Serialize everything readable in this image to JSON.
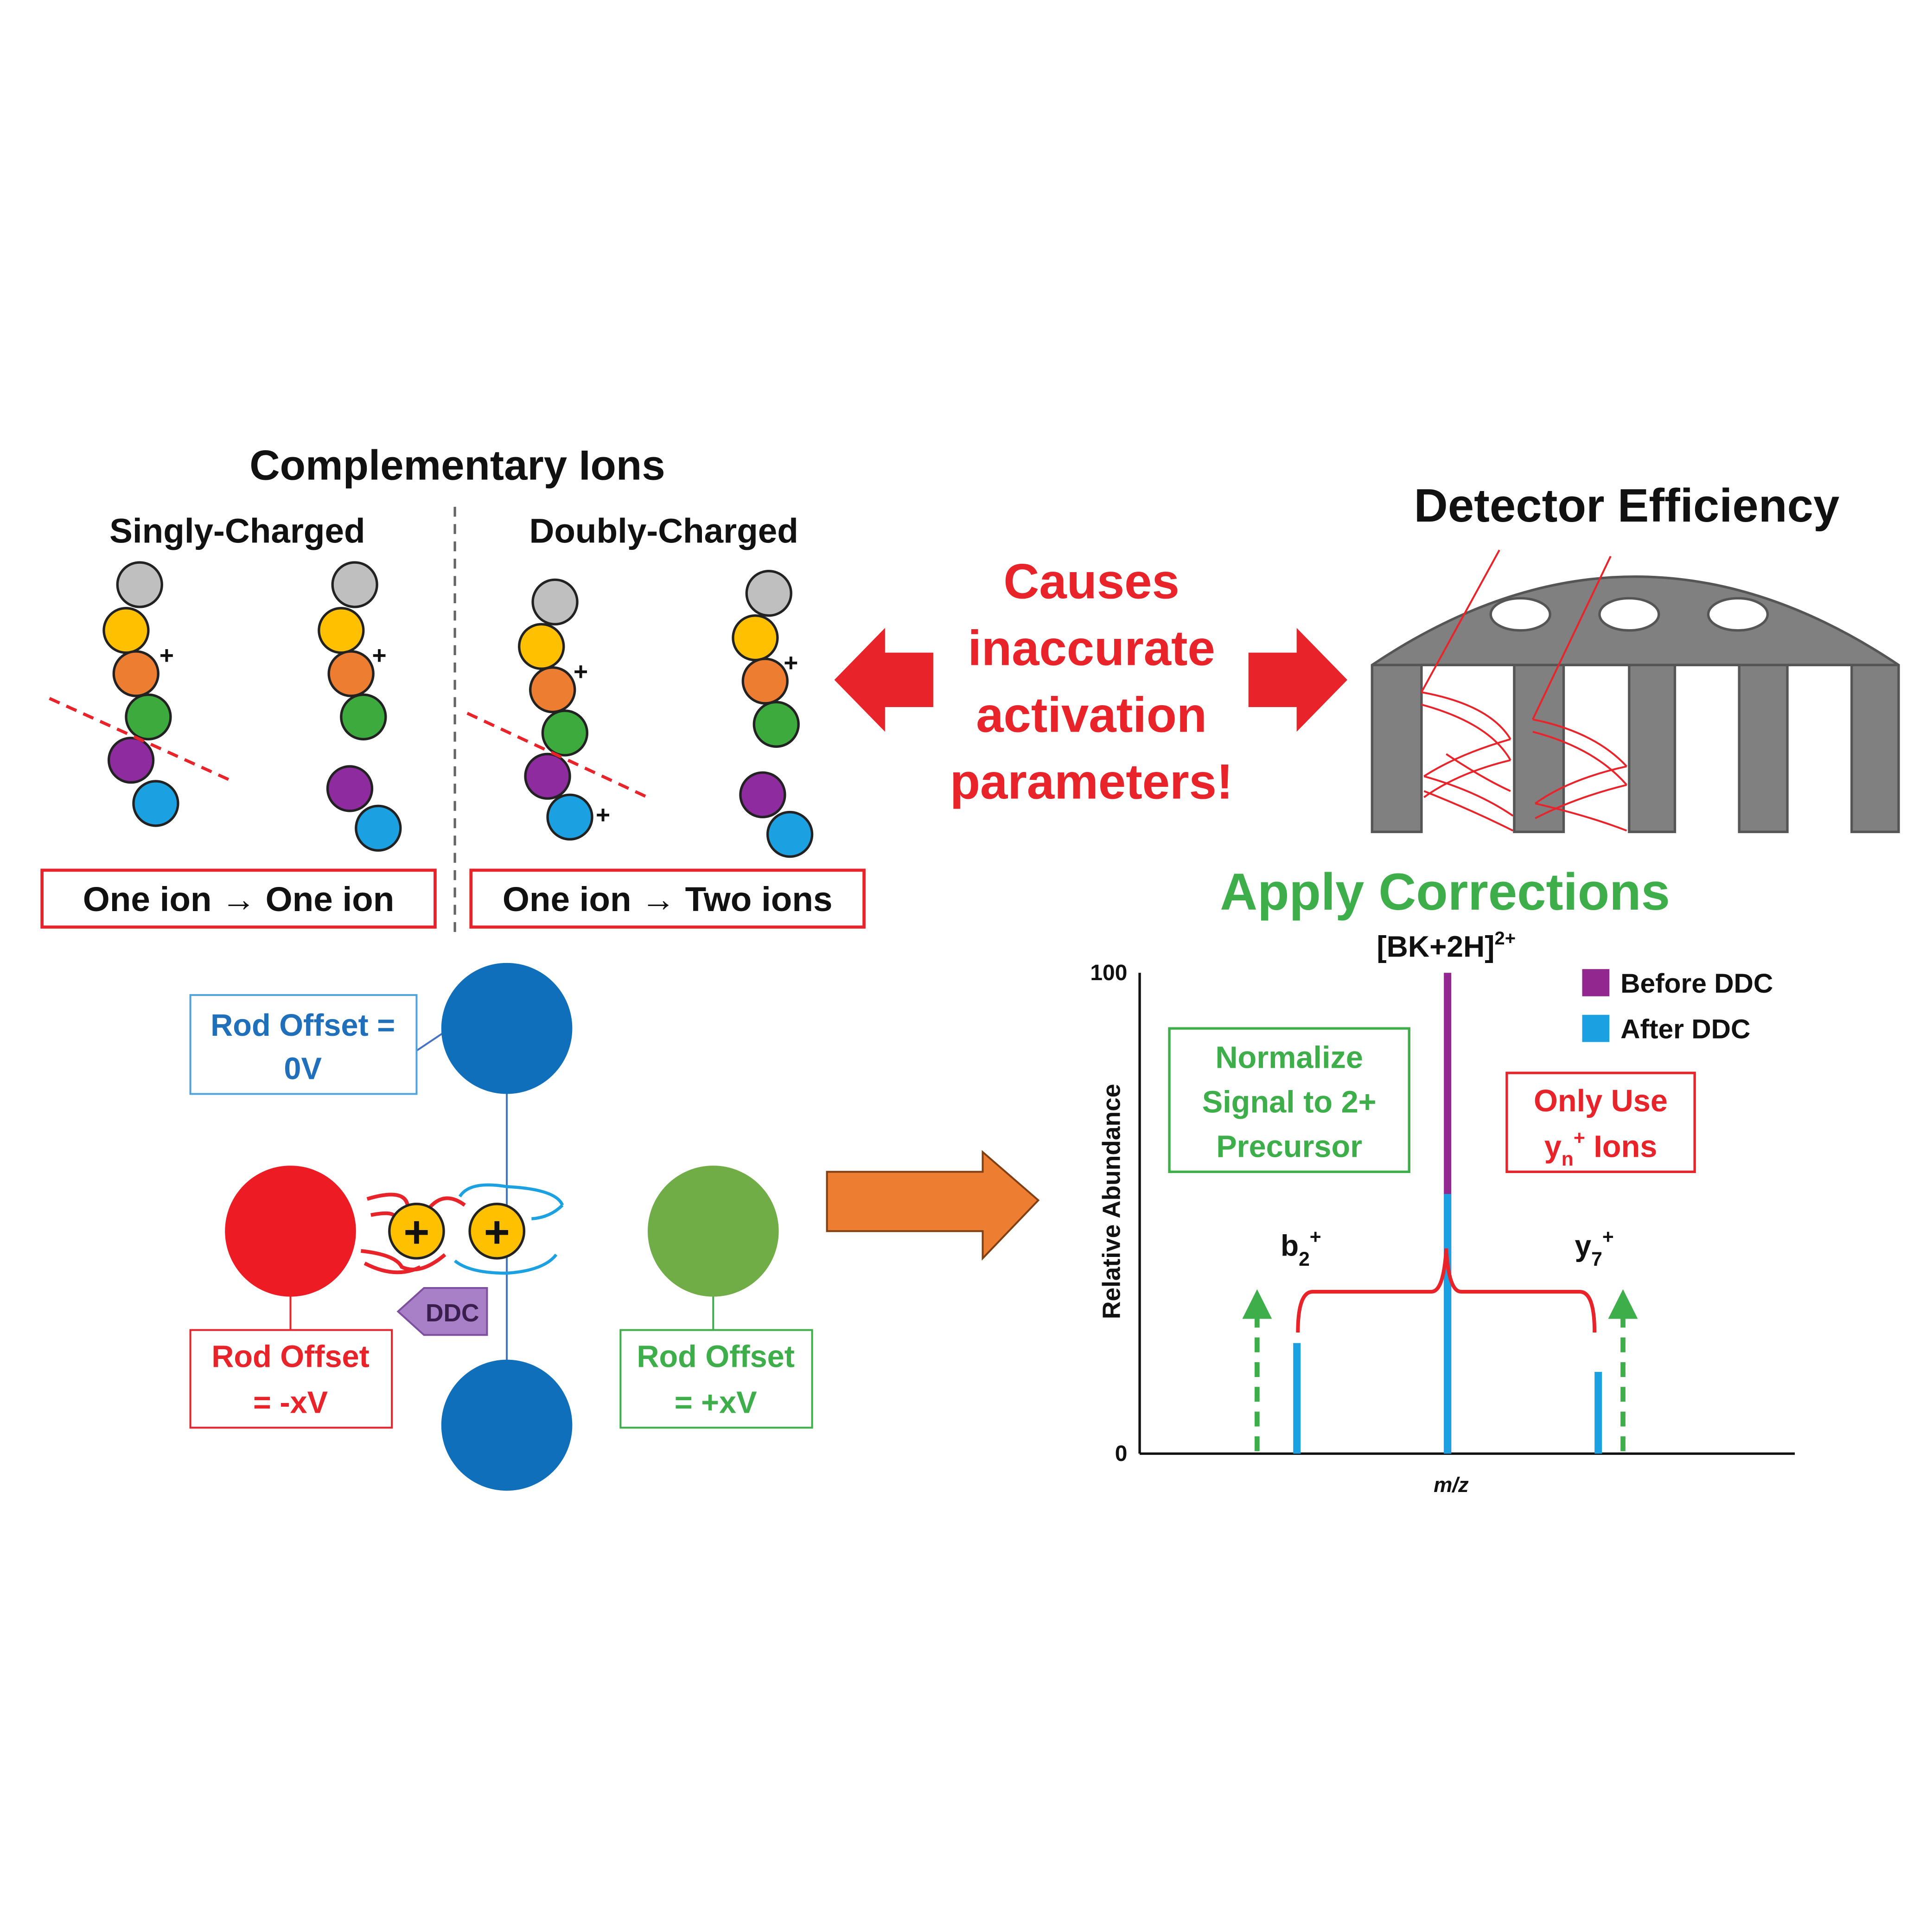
{
  "complementary": {
    "title": "Complementary Ions",
    "singly_label": "Singly-Charged",
    "doubly_label": "Doubly-Charged",
    "singly_box": "One ion → One ion",
    "doubly_box": "One ion → Two ions",
    "plus": "+"
  },
  "center": {
    "line1": "Causes",
    "line2": "inaccurate",
    "line3": "activation",
    "line4": "parameters!"
  },
  "detector": {
    "title": "Detector Efficiency"
  },
  "quadrupole": {
    "rod_top": "Rod Offset =",
    "rod_top_value": "0V",
    "rod_left": "Rod Offset",
    "rod_left_value": "= -xV",
    "rod_right": "Rod Offset",
    "rod_right_value": "= +xV",
    "ddc": "DDC",
    "ion_symbol": "+"
  },
  "corrections": {
    "title": "Apply Corrections",
    "normalize_1": "Normalize",
    "normalize_2": "Signal to 2+",
    "normalize_3": "Precursor",
    "only_use_1": "Only Use",
    "only_use_2_pre": "y",
    "only_use_2_sub": "n",
    "only_use_2_sup": "+",
    "only_use_2_post": " Ions"
  },
  "chart_data": {
    "type": "bar",
    "ylabel": "Relative Abundance",
    "xlabel": "m/z",
    "ylim": [
      0,
      100
    ],
    "yticks": [
      "0",
      "100"
    ],
    "precursor_label_main": "[BK+2H]",
    "precursor_label_sup": "2+",
    "legend": [
      {
        "name": "Before DDC",
        "color": "#92278F"
      },
      {
        "name": "After DDC",
        "color": "#1BA1E2"
      }
    ],
    "peaks": [
      {
        "id": "b2",
        "label_main": "b",
        "label_sub": "2",
        "label_sup": "+",
        "x": 0.24,
        "before": null,
        "after": 23
      },
      {
        "id": "precursor",
        "x": 0.47,
        "before": 100,
        "after": 54
      },
      {
        "id": "y7",
        "label_main": "y",
        "label_sub": "7",
        "label_sup": "+",
        "x": 0.7,
        "before": null,
        "after": 17
      }
    ]
  }
}
